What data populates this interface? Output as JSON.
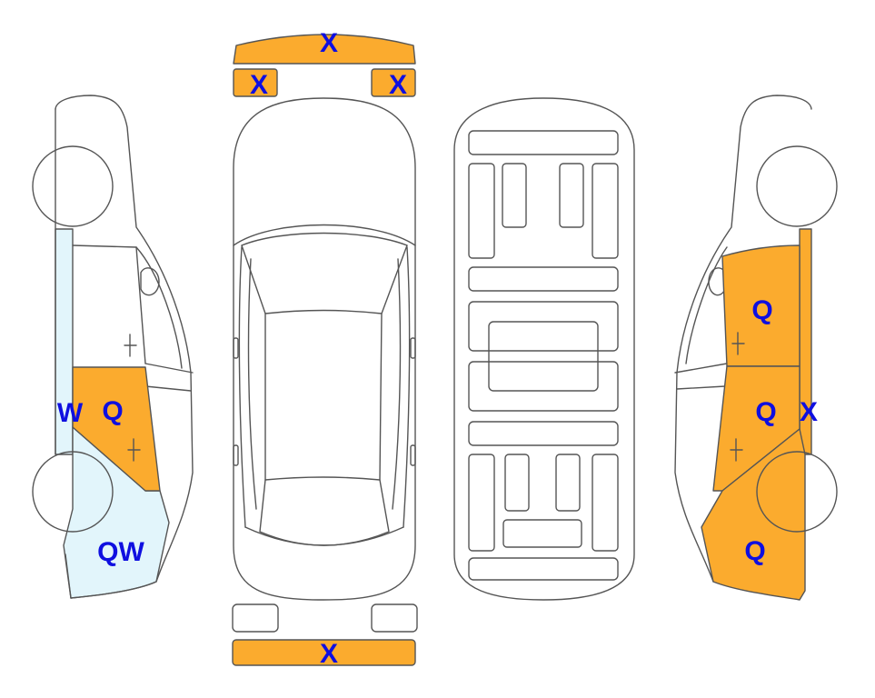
{
  "colors": {
    "orange": "#FBAB2E",
    "light_blue": "#E2F5FB",
    "outline": "#555555",
    "label": "#0F0FE0"
  },
  "labels": {
    "front_bumper": "X",
    "front_left_small": "X",
    "front_right_small": "X",
    "rear_bumper": "X",
    "left_front_door": "Q",
    "left_pillar": "W",
    "left_quarter": "QW",
    "right_front_door": "Q",
    "right_rear_door": "Q",
    "right_pillar": "X",
    "right_quarter": "Q"
  }
}
